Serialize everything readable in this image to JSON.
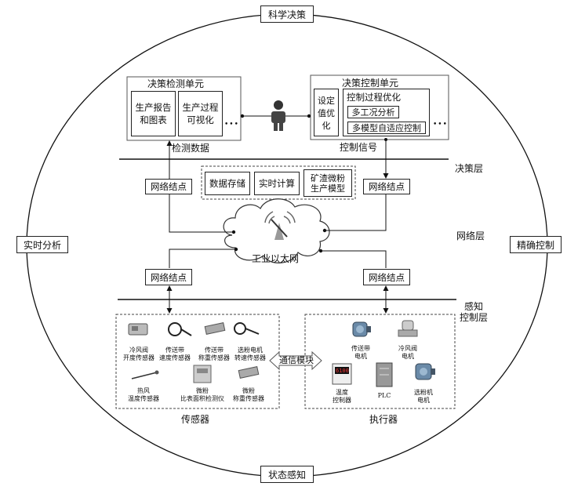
{
  "circle_labels": {
    "top": "科学决策",
    "bottom": "状态感知",
    "left": "实时分析",
    "right": "精确控制"
  },
  "layers": {
    "decision": "决策层",
    "network": "网络层",
    "perception": "感知\n控制层"
  },
  "decision_detection": {
    "title": "决策检测单元",
    "box1": "生产报告\n和图表",
    "box2": "生产过程\n可视化",
    "ellipsis": "•••",
    "caption": "检测数据"
  },
  "decision_control": {
    "title": "决策控制单元",
    "setpoint": "设定\n值优化",
    "optimize_title": "控制过程优化",
    "item1": "多工况分析",
    "item2": "多模型自适应控制",
    "ellipsis": "•••",
    "caption": "控制信号"
  },
  "middle_services": [
    "数据存储",
    "实时计算",
    "矿渣微粉\n生产模型"
  ],
  "network_nodes": {
    "top_left": "网络结点",
    "top_right": "网络结点",
    "bottom_left": "网络结点",
    "bottom_right": "网络结点"
  },
  "cloud_label": "工业以太网",
  "sensors": {
    "items": [
      "冷风阀\n开度传感器",
      "传送带\n速度传感器",
      "传送带\n称重传感器",
      "选粉电机\n转速传感器",
      "热风\n温度传感器",
      "微粉\n比表面积检测仪",
      "微粉\n称重传感器"
    ],
    "caption": "传感器"
  },
  "comm_module": "通信模块",
  "actuators": {
    "items": [
      "传送带\n电机",
      "冷风阀\n电机",
      "温度\n控制器",
      "PLC",
      "选粉机\n电机"
    ],
    "caption": "执行器"
  },
  "temp_display": "6100"
}
